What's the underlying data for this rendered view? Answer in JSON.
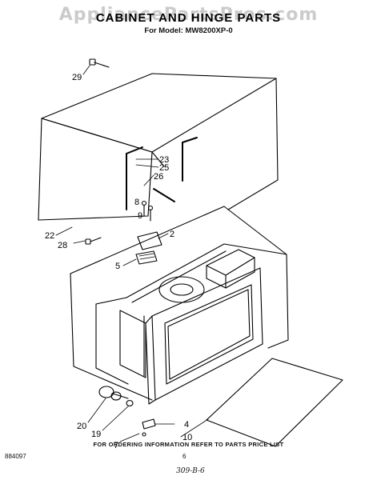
{
  "watermark": "AppliancePartsPros.com",
  "title": "CABINET AND HINGE PARTS",
  "model_line": "For Model: MW8200XP-0",
  "footer_note": "FOR ORDERING INFORMATION REFER TO PARTS PRICE LIST",
  "doc_number": "884097",
  "page_number": "6",
  "handwritten_note": "309-B-6",
  "part_labels": [
    "29",
    "23",
    "25",
    "26",
    "8",
    "9",
    "2",
    "22",
    "28",
    "5",
    "20",
    "19",
    "7",
    "4",
    "10"
  ]
}
